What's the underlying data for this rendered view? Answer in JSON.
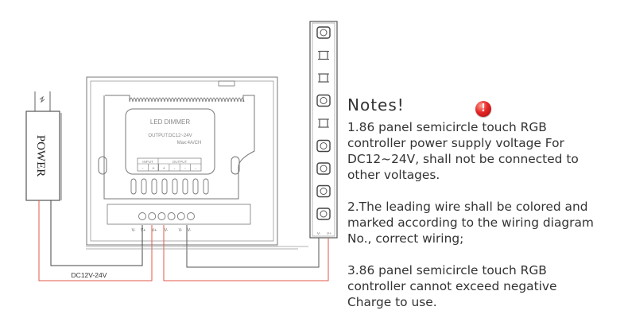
{
  "power_supply": {
    "label": "POWER"
  },
  "dimmer": {
    "title": "LED DIMMER",
    "output_spec": "OUTPUT:DC12~24V",
    "max_spec": "Max:4A/CH",
    "input_header": "INPUT",
    "output_header": "OUTPUT",
    "pin_signs": [
      "-",
      "+",
      "+",
      "-",
      "-",
      "-"
    ],
    "terminal_labels": [
      "V-",
      "V+",
      "V+",
      "V-",
      "V-",
      "V-"
    ]
  },
  "led_strip": {
    "terminal_labels": [
      "V-",
      "V+"
    ]
  },
  "wiring": {
    "supply_voltage_label": "DC12V-24V"
  },
  "colors": {
    "positive_wire": "#e05a4a",
    "negative_wire": "#555555",
    "warning": "#e32626",
    "text": "#333333"
  },
  "notes": {
    "title": "Notes!",
    "icon": "warning-icon",
    "items": [
      "1.86 panel semicircle touch RGB\ncontroller power supply voltage For\nDC12~24V, shall not be connected to\nother voltages.",
      "2.The leading wire shall be colored and\nmarked according to the wiring diagram\nNo., correct wiring;",
      "3.86 panel semicircle touch RGB\ncontroller cannot exceed negative\nCharge to use."
    ]
  }
}
